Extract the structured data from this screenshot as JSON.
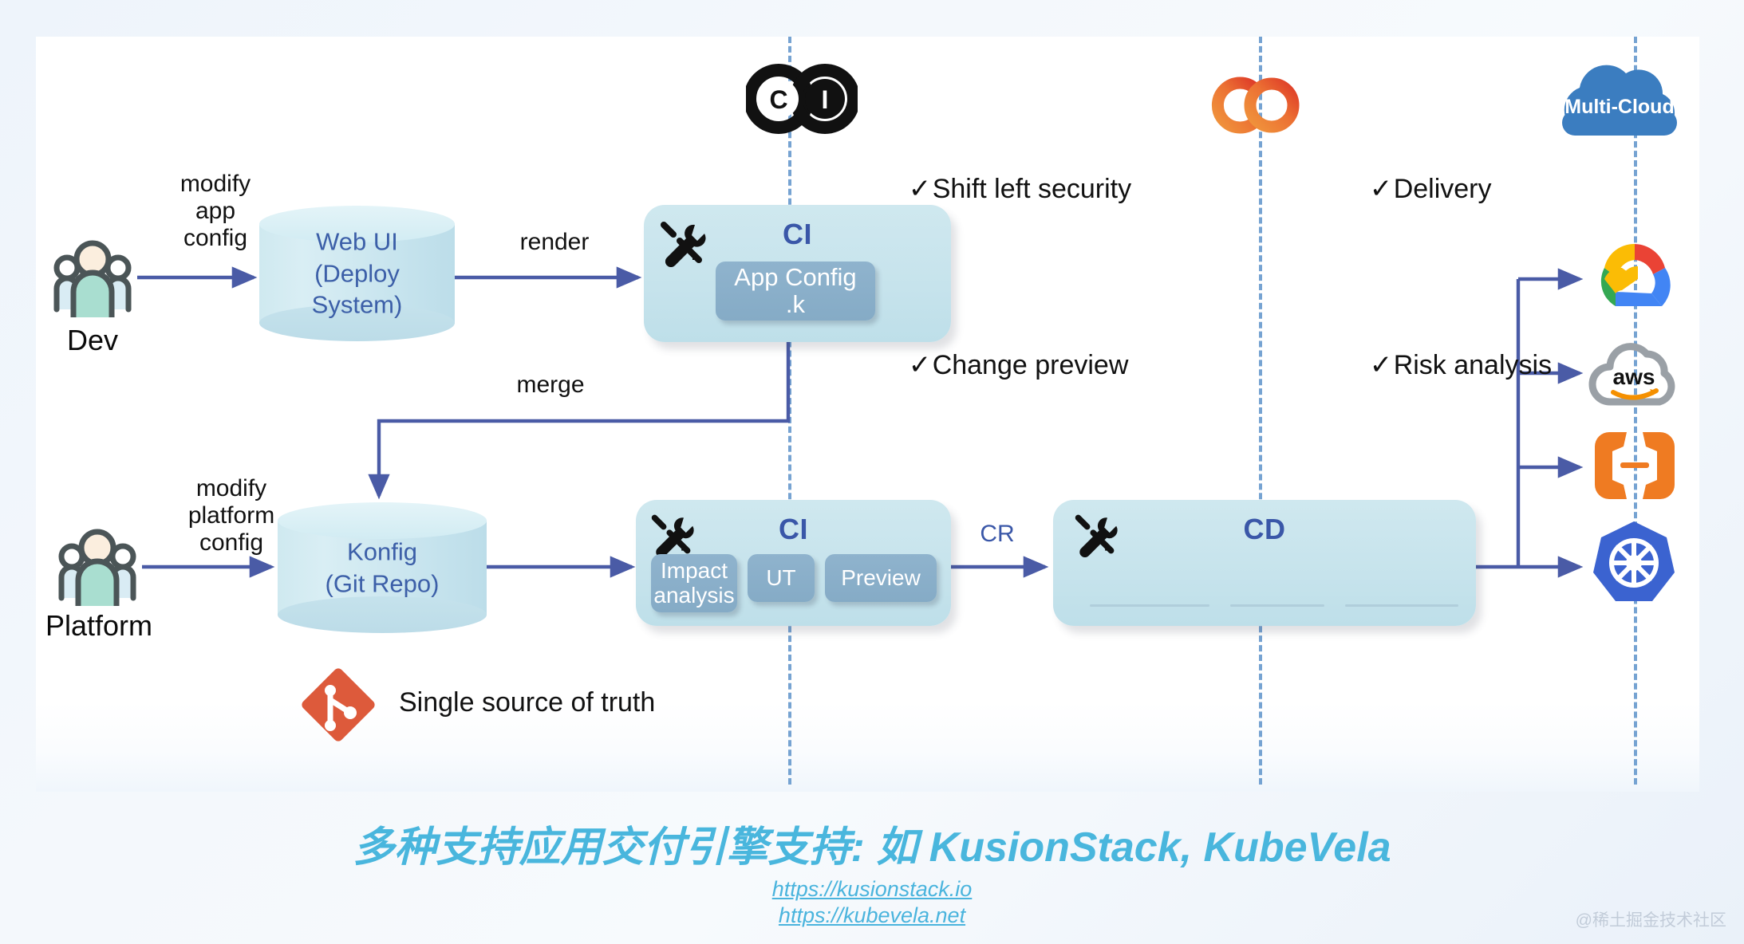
{
  "panel": {
    "bg": "#ffffff",
    "accent_blue": "#3a57a8",
    "dash_color": "#6f9fd0"
  },
  "header": {
    "ci": {
      "logo_name": "ci-infinity-logo",
      "logo_letters": [
        "C",
        "I"
      ],
      "items": [
        "Shift left security",
        "Change preview"
      ],
      "check_glyph": "✓"
    },
    "cd": {
      "logo_name": "cd-logo",
      "logo_letters": [
        "c",
        "d"
      ],
      "items": [
        "Delivery",
        "Risk analysis"
      ],
      "check_glyph": "✓",
      "color_from": "#ef8a3c",
      "color_to": "#e0412c"
    },
    "cloud_badge": {
      "label": "Multi-Cloud",
      "color": "#3b7dc0"
    }
  },
  "actors": {
    "dev": {
      "label": "Dev",
      "icon": "people-icon"
    },
    "platform": {
      "label": "Platform",
      "icon": "people-icon"
    }
  },
  "arrow_labels": {
    "modify_app_config": "modify\napp\nconfig",
    "render": "render",
    "merge": "merge",
    "modify_platform_config": "modify\nplatform\nconfig",
    "cr": "CR"
  },
  "stores": {
    "webui": {
      "text": "Web UI\n(Deploy\nSystem)"
    },
    "konfig": {
      "text": "Konfig\n(Git Repo)"
    }
  },
  "stages": {
    "ci_top": {
      "title": "CI",
      "icon": "tools-icon",
      "chips": [
        {
          "label": "App Config\n.k"
        }
      ]
    },
    "ci_bottom": {
      "title": "CI",
      "icon": "tools-icon",
      "chips": [
        {
          "label": "Impact\nanalysis"
        },
        {
          "label": "UT"
        },
        {
          "label": "Preview"
        }
      ]
    },
    "cd": {
      "title": "CD",
      "icon": "tools-icon",
      "chips": []
    }
  },
  "git_note": {
    "icon": "git-logo-icon",
    "label": "Single source of truth",
    "color": "#dd5a3b"
  },
  "targets": [
    {
      "name": "google-cloud-icon",
      "label": ""
    },
    {
      "name": "aws-icon",
      "label": "aws"
    },
    {
      "name": "alibaba-cloud-icon",
      "label": ""
    },
    {
      "name": "kubernetes-icon",
      "label": ""
    }
  ],
  "caption": {
    "text": "多种支持应用交付引擎支持: 如 KusionStack, KubeVela",
    "links": [
      "https://kusionstack.io",
      "https://kubevela.net"
    ],
    "color": "#49b6dd"
  },
  "watermark": {
    "text": "@稀土掘金技术社区"
  }
}
